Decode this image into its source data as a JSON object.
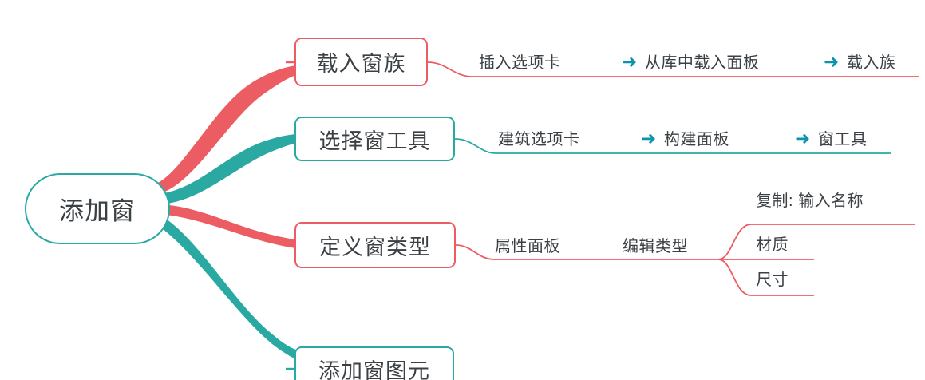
{
  "diagram": {
    "type": "mindmap",
    "title_node": "添加窗",
    "colors": {
      "red": "#ec5d63",
      "teal": "#2aa9a2",
      "arrow": "#0e93ad",
      "text": "#3b4044",
      "background": "#ffffff"
    }
  },
  "root": {
    "label": "添加窗",
    "color": "teal"
  },
  "branches": [
    {
      "id": "branch-1",
      "node_label": "载入窗族",
      "color": "red",
      "steps": [
        {
          "label": "插入选项卡",
          "arrow": false
        },
        {
          "label": "从库中载入面板",
          "arrow": true
        },
        {
          "label": "载入族",
          "arrow": true
        }
      ]
    },
    {
      "id": "branch-2",
      "node_label": "选择窗工具",
      "color": "teal",
      "steps": [
        {
          "label": "建筑选项卡",
          "arrow": false
        },
        {
          "label": "构建面板",
          "arrow": true
        },
        {
          "label": "窗工具",
          "arrow": true
        }
      ]
    },
    {
      "id": "branch-3",
      "node_label": "定义窗类型",
      "color": "red",
      "steps": [
        {
          "label": "属性面板",
          "arrow": false
        },
        {
          "label": "编辑类型",
          "arrow": false
        }
      ],
      "sub_items": [
        {
          "label": "复制: 输入名称"
        },
        {
          "label": "材质"
        },
        {
          "label": "尺寸"
        }
      ]
    },
    {
      "id": "branch-4",
      "node_label": "添加窗图元",
      "color": "teal",
      "steps": [],
      "sub_items": []
    }
  ],
  "icons": {
    "arrow_right": "➜"
  }
}
